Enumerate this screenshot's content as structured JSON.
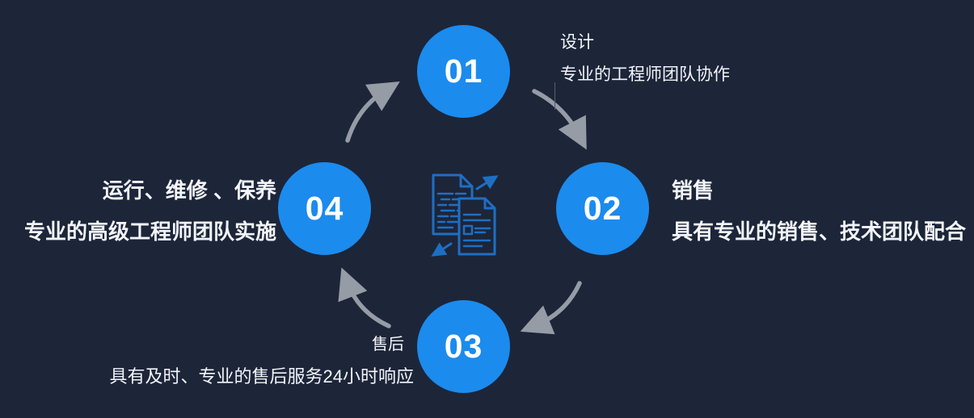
{
  "colors": {
    "background": "#1d2539",
    "circle_blue": "#1b8bee",
    "arrow_gray": "#969ca6",
    "icon_blue": "#1e6fc2",
    "text_white": "#f2f5f9"
  },
  "center_icon": "document-exchange-icon",
  "steps": [
    {
      "number": "01",
      "title": "设计",
      "description": "专业的工程师团队协作"
    },
    {
      "number": "02",
      "title": "销售",
      "description": "具有专业的销售、技术团队配合"
    },
    {
      "number": "03",
      "title": "售后",
      "description": "具有及时、专业的售后服务24小时响应"
    },
    {
      "number": "04",
      "title": "运行、维修 、保养",
      "description": "专业的高级工程师团队实施"
    }
  ]
}
